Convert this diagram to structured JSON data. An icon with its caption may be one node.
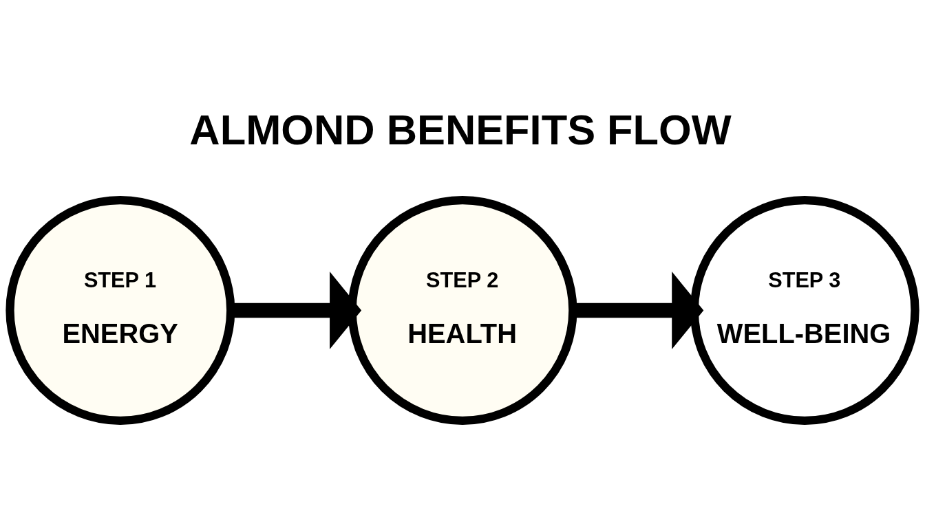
{
  "diagram": {
    "title": "ALMOND BENEFITS FLOW",
    "nodes": [
      {
        "text": [
          "STEP 1",
          "ENERGY"
        ]
      },
      {
        "text": [
          "STEP 2",
          "HEALTH"
        ]
      },
      {
        "text": [
          "STEP 3",
          "WELL-BEING"
        ]
      }
    ],
    "edges": [
      {
        "from": 0,
        "to": 1,
        "arrow": "to"
      },
      {
        "from": 1,
        "to": 2,
        "arrow": "to"
      }
    ]
  }
}
